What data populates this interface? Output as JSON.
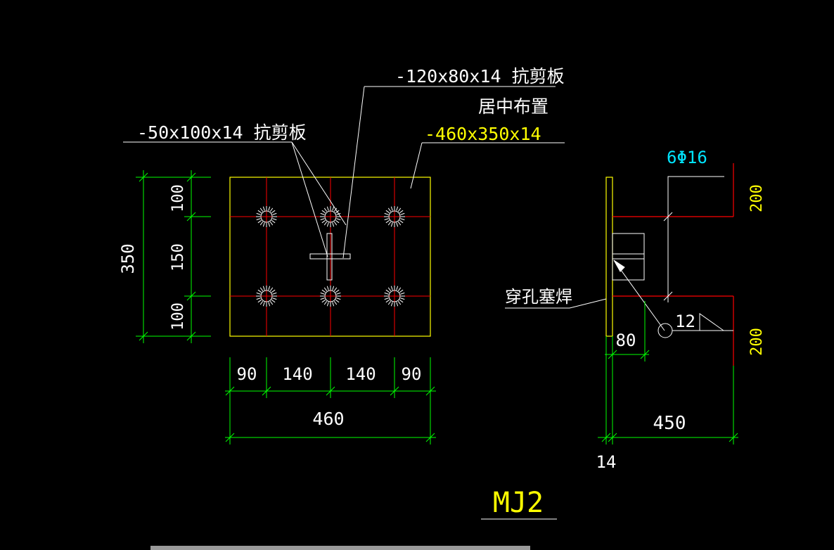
{
  "drawing": {
    "title": "MJ2",
    "colors": {
      "background": "#000000",
      "plate": "#ffff00",
      "grid": "#ff0000",
      "dimension": "#00ff00",
      "annotation": "#ffffff",
      "label_plate": "#ffff00",
      "label_bar": "#00e5ff",
      "bar_dim": "#ffff00"
    },
    "labels": {
      "shear_plate_1": "-120x80x14 抗剪板",
      "shear_plate_1_note": "居中布置",
      "shear_plate_2": "-50x100x14 抗剪板",
      "plate": "-460x350x14",
      "rebar": "6Φ16",
      "weld": "穿孔塞焊",
      "weld_size": "12"
    },
    "front_view": {
      "height_total": "350",
      "height_parts": [
        "100",
        "150",
        "100"
      ],
      "width_total": "460",
      "width_parts": [
        "90",
        "140",
        "140",
        "90"
      ]
    },
    "side_view": {
      "anchor_spacing_top": "200",
      "anchor_spacing_bottom": "200",
      "offset": "80",
      "length": "450",
      "thickness": "14"
    }
  }
}
